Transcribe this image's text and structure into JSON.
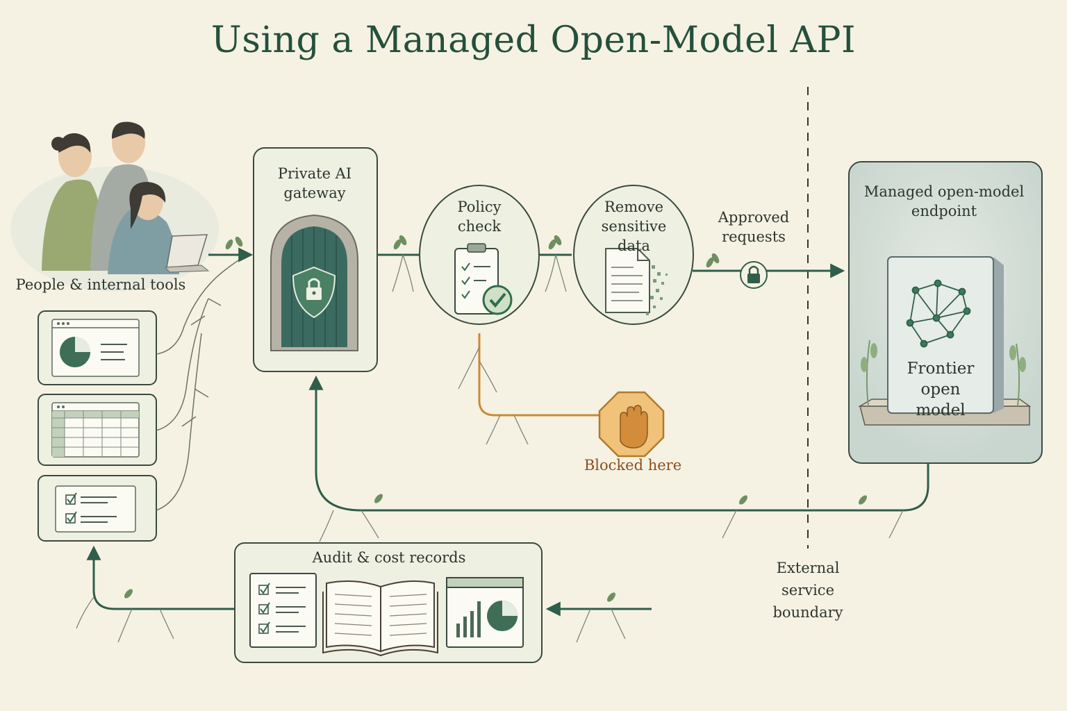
{
  "title": "Using a Managed Open-Model API",
  "people_label": "People & internal tools",
  "gateway_label": "Private AI gateway",
  "policy_label": "Policy check",
  "remove_label": "Remove sensitive data",
  "approved_label": "Approved requests",
  "endpoint_label": "Managed open-model endpoint",
  "model_label": "Frontier open model",
  "blocked_label": "Blocked here",
  "audit_label": "Audit & cost records",
  "boundary_label": "External service boundary",
  "colors": {
    "accent_green": "#24503c",
    "line_green": "#2f5e4b",
    "blocked_orange": "#c98a35",
    "background": "#f6f2e3"
  },
  "icons": [
    "people-illustration",
    "laptop-icon",
    "dashboard-window-icon",
    "spreadsheet-window-icon",
    "checklist-window-icon",
    "arched-door-shield-lock-icon",
    "clipboard-check-icon",
    "redacted-document-icon",
    "padlock-icon",
    "stop-hand-octagon-icon",
    "network-graph-icon",
    "open-book-icon",
    "chart-window-icon"
  ]
}
